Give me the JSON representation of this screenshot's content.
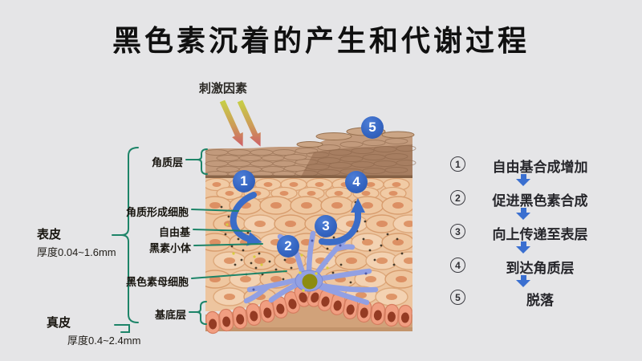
{
  "title": "黑色素沉着的产生和代谢过程",
  "diagram": {
    "stimulus_label": "刺激因素",
    "part_labels": [
      "角质层",
      "角质形成细胞",
      "自由基",
      "黑素小体",
      "黑色素母细胞",
      "基底层"
    ],
    "regions": [
      {
        "name": "表皮",
        "thickness": "厚度0.04~1.6mm"
      },
      {
        "name": "真皮",
        "thickness": "厚度0.4~2.4mm"
      }
    ],
    "step_markers": [
      "1",
      "2",
      "3",
      "4",
      "5"
    ]
  },
  "process_list": {
    "steps": [
      {
        "num": "1",
        "text": "自由基合成增加"
      },
      {
        "num": "2",
        "text": "促进黑色素合成"
      },
      {
        "num": "3",
        "text": "向上传递至表层"
      },
      {
        "num": "4",
        "text": "到达角质层"
      },
      {
        "num": "5",
        "text": "脱落"
      }
    ]
  },
  "colors": {
    "background": "#e5e5e7",
    "connector_teal": "#1d8468",
    "marker_blue": "#3565c2",
    "process_arrow_blue": "#3a6fd0"
  }
}
